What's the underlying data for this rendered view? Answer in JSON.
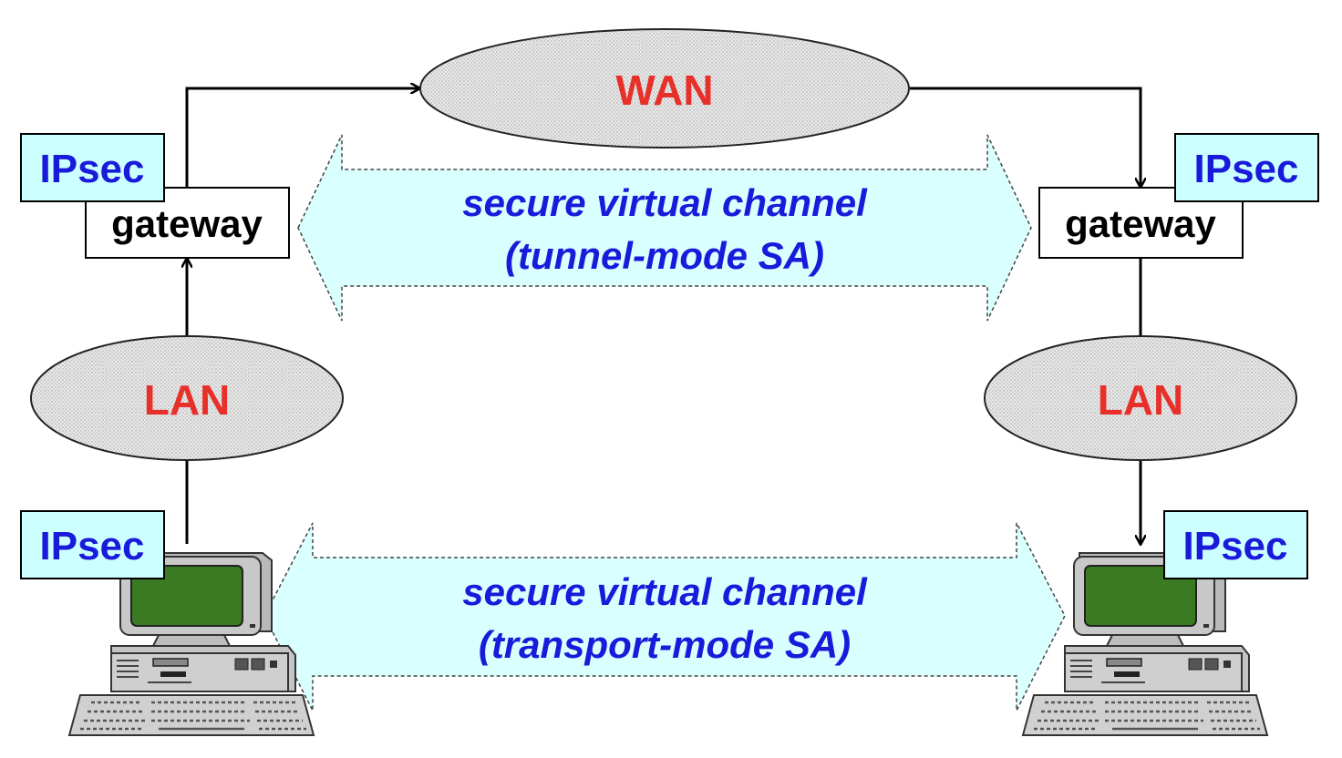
{
  "colors": {
    "network_label": "#e8302a",
    "ipsec_text": "#1a1adb",
    "channel_text": "#1a1adb",
    "ipsec_fill": "#ccffff",
    "channel_fill": "#d9ffff",
    "cloud_fill": "#e6e6e6",
    "screen": "#3a7a22"
  },
  "wan": {
    "label": "WAN"
  },
  "lan_left": {
    "label": "LAN"
  },
  "lan_right": {
    "label": "LAN"
  },
  "gateway_left": {
    "label": "gateway"
  },
  "gateway_right": {
    "label": "gateway"
  },
  "ipsec_labels": {
    "gateway_left": "IPsec",
    "gateway_right": "IPsec",
    "host_left": "IPsec",
    "host_right": "IPsec"
  },
  "tunnel_channel": {
    "line1": "secure virtual channel",
    "line2": "(tunnel-mode SA)"
  },
  "transport_channel": {
    "line1": "secure virtual channel",
    "line2": "(transport-mode SA)"
  },
  "icons": {
    "host_left": "desktop-computer-icon",
    "host_right": "desktop-computer-icon"
  }
}
